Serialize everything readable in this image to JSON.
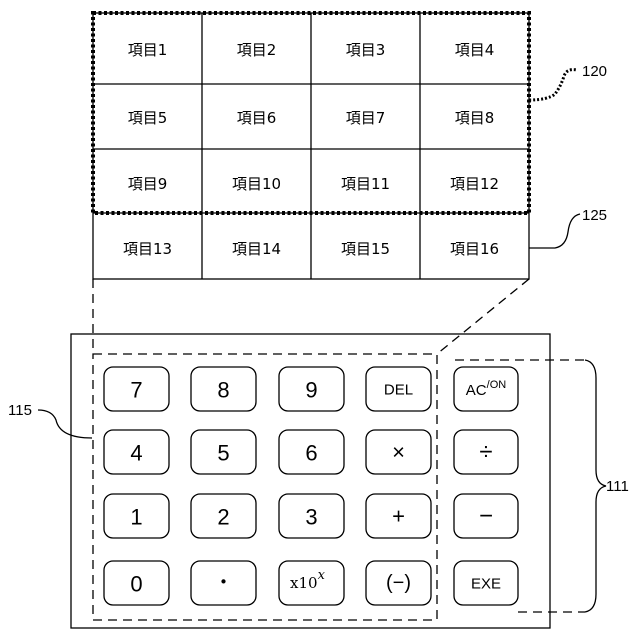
{
  "grid": {
    "items": [
      "項目1",
      "項目2",
      "項目3",
      "項目4",
      "項目5",
      "項目6",
      "項目7",
      "項目8",
      "項目9",
      "項目10",
      "項目11",
      "項目12",
      "項目13",
      "項目14",
      "項目15",
      "項目16"
    ]
  },
  "keypad": {
    "numeric_keys": [
      "7",
      "8",
      "9",
      "DEL",
      "4",
      "5",
      "6",
      "×",
      "1",
      "2",
      "3",
      "+",
      "0",
      "・",
      "x10^x",
      "(−)"
    ],
    "function_keys": [
      "AC/ON",
      "÷",
      "−",
      "EXE"
    ],
    "x10_base": "x10",
    "x10_exp": "x",
    "ac_main": "AC",
    "ac_sup": "/ON"
  },
  "refs": {
    "r120": "120",
    "r125": "125",
    "r115": "115",
    "r111": "111"
  }
}
